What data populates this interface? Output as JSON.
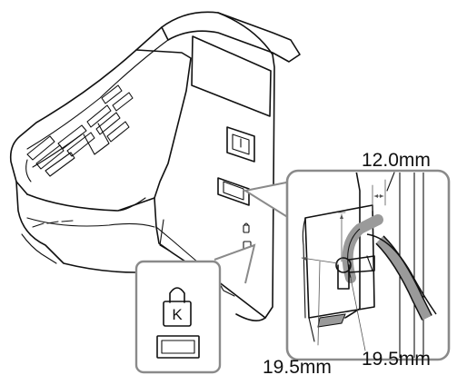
{
  "dimensions": {
    "slot_offset": "12.0mm",
    "clearance_left": "19.5mm",
    "clearance_right": "19.5mm"
  },
  "icons": {
    "lock_symbol": "kensington-lock-icon",
    "lock_letter": "K"
  },
  "colors": {
    "line": "#111111",
    "callout_frame": "#8a8a8a",
    "cable_gray": "#9a9a9a",
    "background": "#ffffff"
  }
}
